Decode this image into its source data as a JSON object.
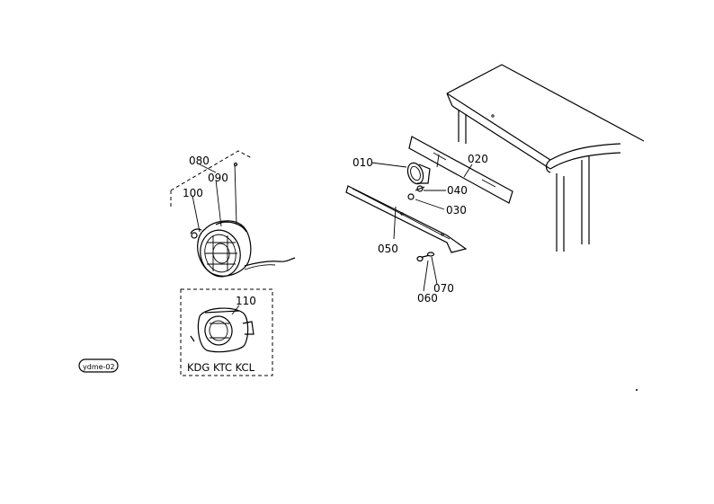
{
  "labels": {
    "p010": "010",
    "p020": "020",
    "p030": "030",
    "p040": "040",
    "p050": "050",
    "p060": "060",
    "p070": "070",
    "p080": "080",
    "p090": "090",
    "p100": "100",
    "p110": "110"
  },
  "variant_box_caption": "KDG KTC KCL",
  "stamp_text": "ydme-02"
}
